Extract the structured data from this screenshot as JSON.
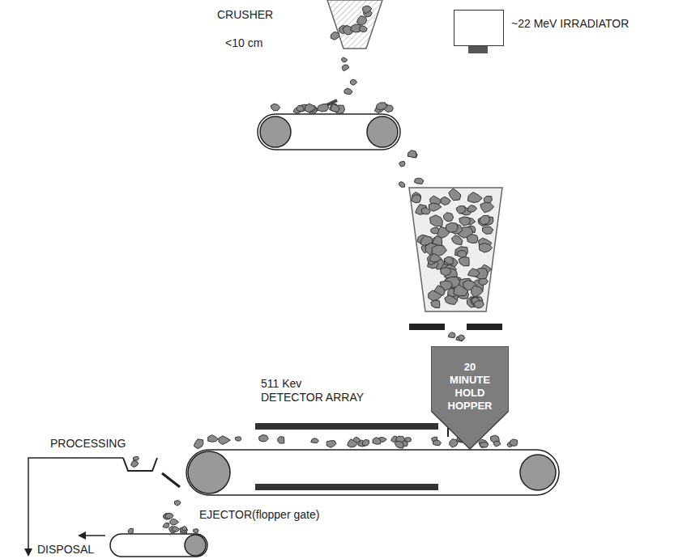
{
  "diagram": {
    "nodes": [
      {
        "text": [
          "CRUSHER",
          "<10 cm"
        ]
      },
      {
        "text": [
          "~22 MeV IRRADIATOR"
        ]
      },
      {
        "text": [
          "20 MINUTE HOLD HOPPER"
        ]
      },
      {
        "text": [
          "511 Kev DETECTOR ARRAY"
        ]
      }
    ],
    "labels": [
      "PROCESSING",
      "EJECTOR(flopper gate)",
      "DISPOSAL"
    ]
  }
}
